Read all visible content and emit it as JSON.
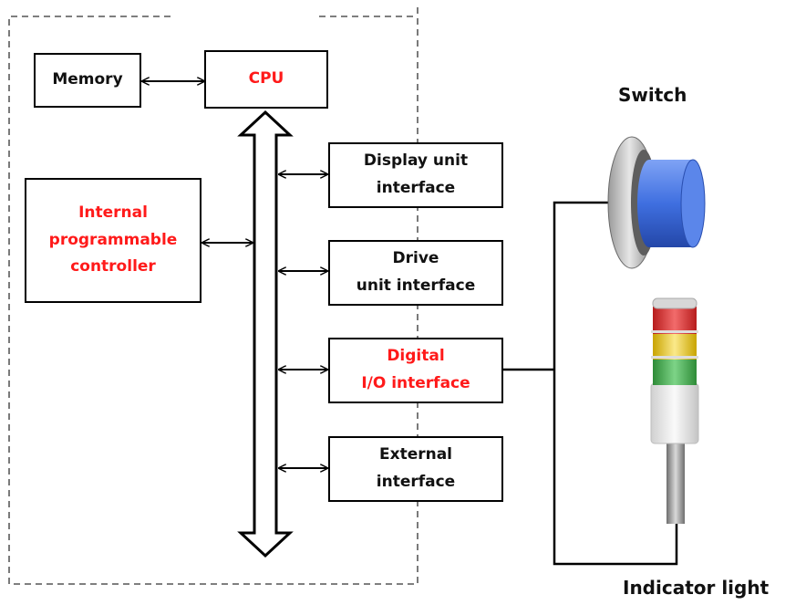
{
  "blocks": {
    "memory": "Memory",
    "cpu": "CPU",
    "internal_plc": [
      "Internal",
      "programmable",
      "controller"
    ],
    "display_interface": [
      "Display unit",
      "interface"
    ],
    "drive_interface": [
      "Drive",
      "unit interface"
    ],
    "digital_io": [
      "Digital",
      "I/O interface"
    ],
    "external_interface": [
      "External",
      "interface"
    ]
  },
  "devices": {
    "switch_label": "Switch",
    "indicator_label": "Indicator light"
  },
  "colors": {
    "highlight_text": "#ff1a1a",
    "switch_cap": "#3f6fe0",
    "lamp_red": "#e53935",
    "lamp_yellow": "#f3d23a",
    "lamp_green": "#43b649"
  }
}
